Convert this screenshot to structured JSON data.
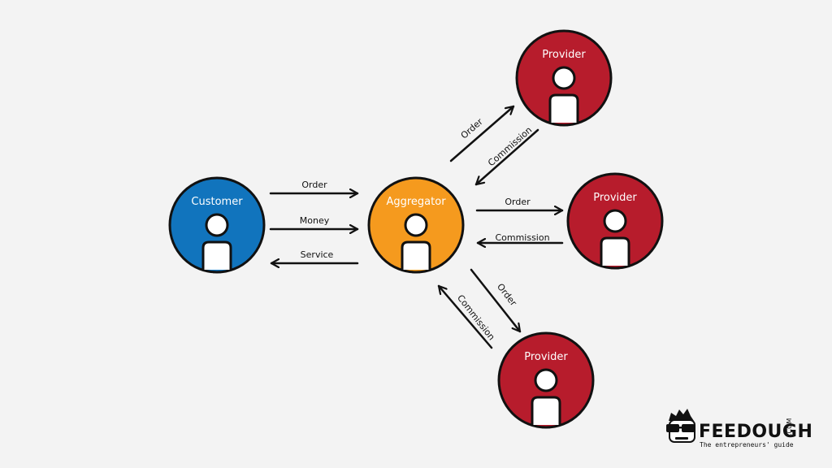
{
  "colors": {
    "background": "#f3f3f3",
    "customer": "#1174bd",
    "aggregator": "#f59a1e",
    "provider": "#b71c2c",
    "outline": "#111111",
    "arrow": "#111111"
  },
  "nodes": {
    "customer": {
      "label": "Customer"
    },
    "aggregator": {
      "label": "Aggregator"
    },
    "provider_top": {
      "label": "Provider"
    },
    "provider_mid": {
      "label": "Provider"
    },
    "provider_bottom": {
      "label": "Provider"
    }
  },
  "edges": {
    "customer_order": {
      "label": "Order"
    },
    "customer_money": {
      "label": "Money"
    },
    "customer_service": {
      "label": "Service"
    },
    "top_order": {
      "label": "Order"
    },
    "top_commission": {
      "label": "Commission"
    },
    "mid_order": {
      "label": "Order"
    },
    "mid_commission": {
      "label": "Commission"
    },
    "bottom_order": {
      "label": "Order"
    },
    "bottom_commission": {
      "label": "Commission"
    }
  },
  "brand": {
    "name": "FEEDOUGH",
    "suffix": ".COM",
    "tagline": "The entrepreneurs' guide",
    "logo_icon": "glasses-face-icon"
  }
}
